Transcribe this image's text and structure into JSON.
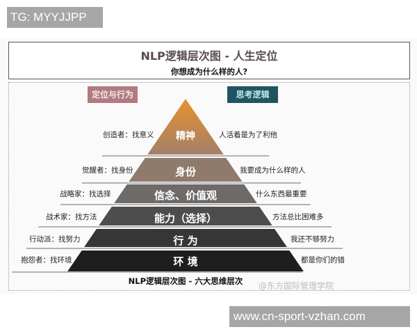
{
  "top_tag": "TG: MYYJJPP",
  "bottom_tag": "www.cn-sport-vzhan.com",
  "infographic": {
    "title": "NLP逻辑层次图 - 人生定位",
    "subtitle": "你想成为什么样的人?",
    "left_header": "定位与行为",
    "right_header": "思考逻辑",
    "colors": {
      "left_header": "#b07a80",
      "right_header": "#1f5560",
      "apex": "#e08a3a",
      "base": "#1e1e1e"
    },
    "levels": [
      {
        "name": "精神",
        "left": "创造者：找意义",
        "right": "人活着是为了利他"
      },
      {
        "name": "身份",
        "left": "觉醒者：找身份",
        "right": "我要成为什么样的人"
      },
      {
        "name": "信念、价值观",
        "left": "战略家：找选择",
        "right": "什么东西最重要"
      },
      {
        "name": "能力（选择）",
        "left": "战术家：找方法",
        "right": "方法总比困难多"
      },
      {
        "name": "行 为",
        "left": "行动派：找努力",
        "right": "我还不够努力"
      },
      {
        "name": "环 境",
        "left": "抱怨者：找环境",
        "right": "都是你们的错"
      }
    ],
    "caption": "NLP逻辑层次图 - 六大思维层次",
    "watermark": "@东方国际管理学院"
  }
}
